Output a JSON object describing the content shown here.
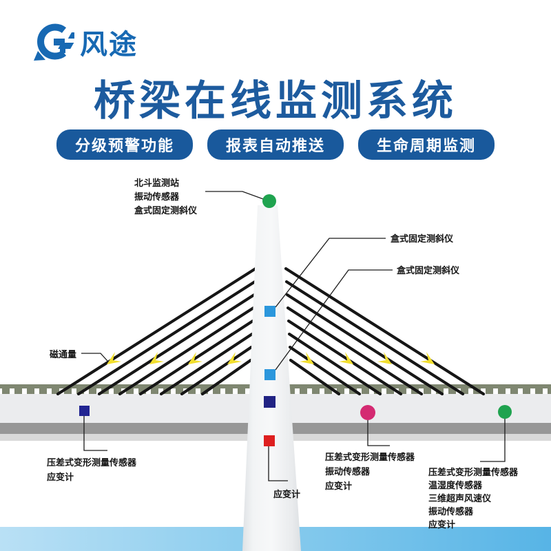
{
  "brand": {
    "name": "风途",
    "logo_icon": "gf-logo-icon"
  },
  "title": "桥梁在线监测系统",
  "badges": [
    "分级预警功能",
    "报表自动推送",
    "生命周期监测"
  ],
  "diagram": {
    "type": "cable-stayed-bridge-monitoring-schematic",
    "annotations": [
      {
        "id": "tower-top",
        "marker": "green-dot",
        "lines": [
          "北斗监测站",
          "振动传感器",
          "盒式固定测斜仪"
        ]
      },
      {
        "id": "inclinometer-upper",
        "marker": "blue-square",
        "lines": [
          "盒式固定测斜仪"
        ]
      },
      {
        "id": "inclinometer-lower",
        "marker": "blue-square",
        "lines": [
          "盒式固定测斜仪"
        ]
      },
      {
        "id": "magnetic-flux",
        "marker": "yellow-arrows",
        "lines": [
          "磁通量"
        ]
      },
      {
        "id": "deck-left",
        "marker": "navy-square",
        "lines": [
          "压差式变形测量传感器",
          "应变计"
        ]
      },
      {
        "id": "pier-strain",
        "marker": "red-square",
        "lines": [
          "应变计"
        ]
      },
      {
        "id": "deck-mid",
        "marker": "pink-dot",
        "lines": [
          "压差式变形测量传感器",
          "振动传感器",
          "应变计"
        ]
      },
      {
        "id": "deck-right",
        "marker": "green-dot",
        "lines": [
          "压差式变形测量传感器",
          "温湿度传感器",
          "三维超声风速仪",
          "振动传感器",
          "应变计"
        ]
      }
    ],
    "colors": {
      "title_blue": "#1d5b9e",
      "badge_blue": "#19599c",
      "logo_blue": "#1769b3",
      "cable_black": "#161616",
      "railing_olive": "#7f8771",
      "arrow_yellow": "#f2df2e",
      "marker_green": "#1fa34f",
      "marker_pink": "#d42a72",
      "marker_blue": "#2b97dc",
      "marker_navy": "#212492",
      "marker_red": "#de1f1f",
      "footer_gradient_left": "#b9e0f5",
      "footer_gradient_right": "#57b4e6"
    }
  }
}
